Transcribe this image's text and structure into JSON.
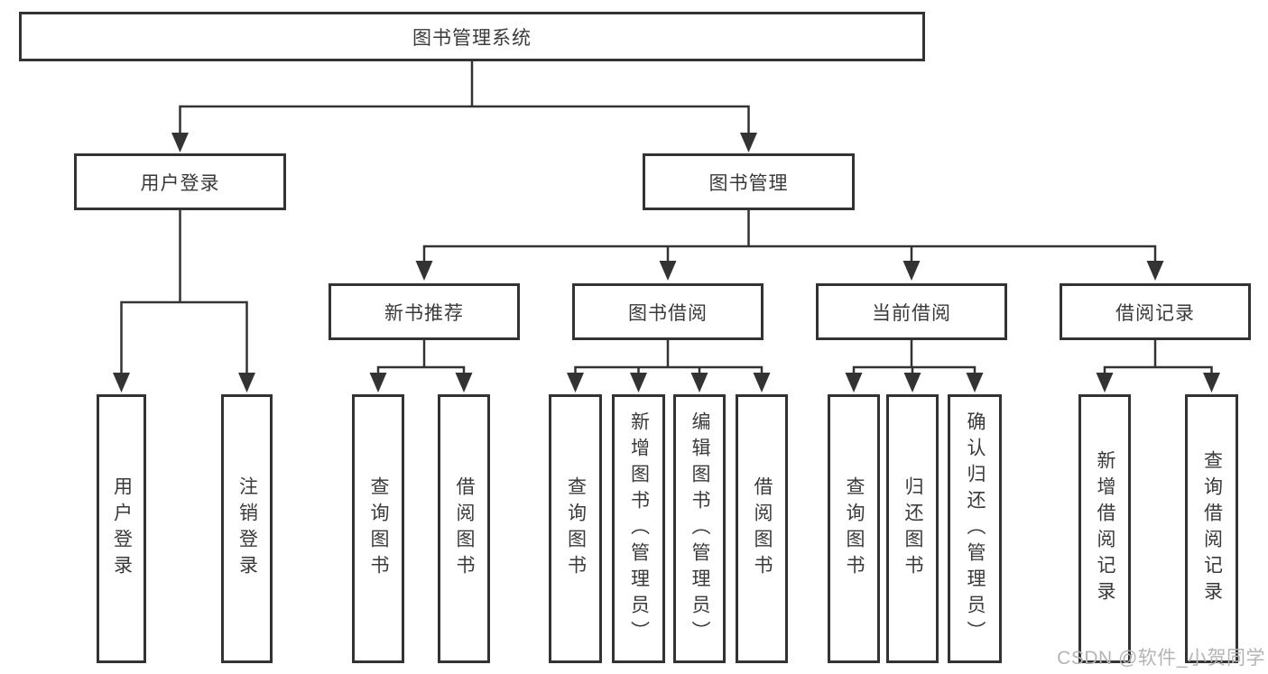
{
  "diagram": {
    "type": "tree-diagram",
    "root": {
      "label": "图书管理系统",
      "children": [
        {
          "label": "用户登录",
          "children": [
            {
              "label": "用户登录"
            },
            {
              "label": "注销登录"
            }
          ]
        },
        {
          "label": "图书管理",
          "children": [
            {
              "label": "新书推荐",
              "children": [
                {
                  "label": "查询图书"
                },
                {
                  "label": "借阅图书"
                }
              ]
            },
            {
              "label": "图书借阅",
              "children": [
                {
                  "label": "查询图书"
                },
                {
                  "label": "新增图书（管理员）"
                },
                {
                  "label": "编辑图书（管理员）"
                },
                {
                  "label": "借阅图书"
                }
              ]
            },
            {
              "label": "当前借阅",
              "children": [
                {
                  "label": "查询图书"
                },
                {
                  "label": "归还图书"
                },
                {
                  "label": "确认归还（管理员）"
                }
              ]
            },
            {
              "label": "借阅记录",
              "children": [
                {
                  "label": "新增借阅记录"
                },
                {
                  "label": "查询借阅记录"
                }
              ]
            }
          ]
        }
      ]
    }
  },
  "watermark": {
    "text": "CSDN @软件_小贺同学"
  },
  "colors": {
    "line": "#333333",
    "box_border": "#333333",
    "text": "#3a3a3a",
    "background": "#ffffff",
    "watermark": "#b4b4b4"
  }
}
